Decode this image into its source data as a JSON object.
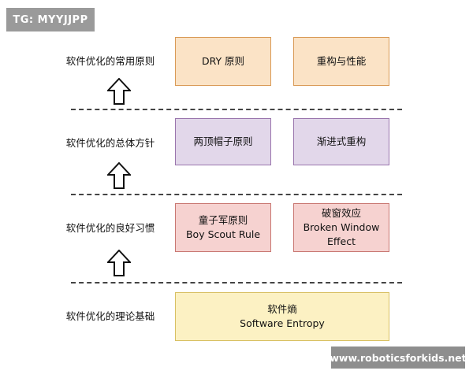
{
  "tg_badge": "TG: MYYJJPP",
  "watermark": "www.roboticsforkids.net",
  "layers": [
    {
      "label": "软件优化的常用原则",
      "boxes": [
        {
          "line1": "DRY 原则",
          "line2": ""
        },
        {
          "line1": "重构与性能",
          "line2": ""
        }
      ]
    },
    {
      "label": "软件优化的总体方针",
      "boxes": [
        {
          "line1": "两顶帽子原则",
          "line2": ""
        },
        {
          "line1": "渐进式重构",
          "line2": ""
        }
      ]
    },
    {
      "label": "软件优化的良好习惯",
      "boxes": [
        {
          "line1": "童子军原则",
          "line2": "Boy Scout Rule"
        },
        {
          "line1": "破窗效应",
          "line2": "Broken Window Effect"
        }
      ]
    },
    {
      "label": "软件优化的理论基础",
      "boxes": [
        {
          "line1": "软件熵",
          "line2": "Software Entropy"
        }
      ]
    }
  ],
  "colors": {
    "top_layer": "#fbe3c6",
    "second_layer": "#e2d7ea",
    "third_layer": "#f6d2d0",
    "bottom_layer": "#fcf1c3"
  }
}
